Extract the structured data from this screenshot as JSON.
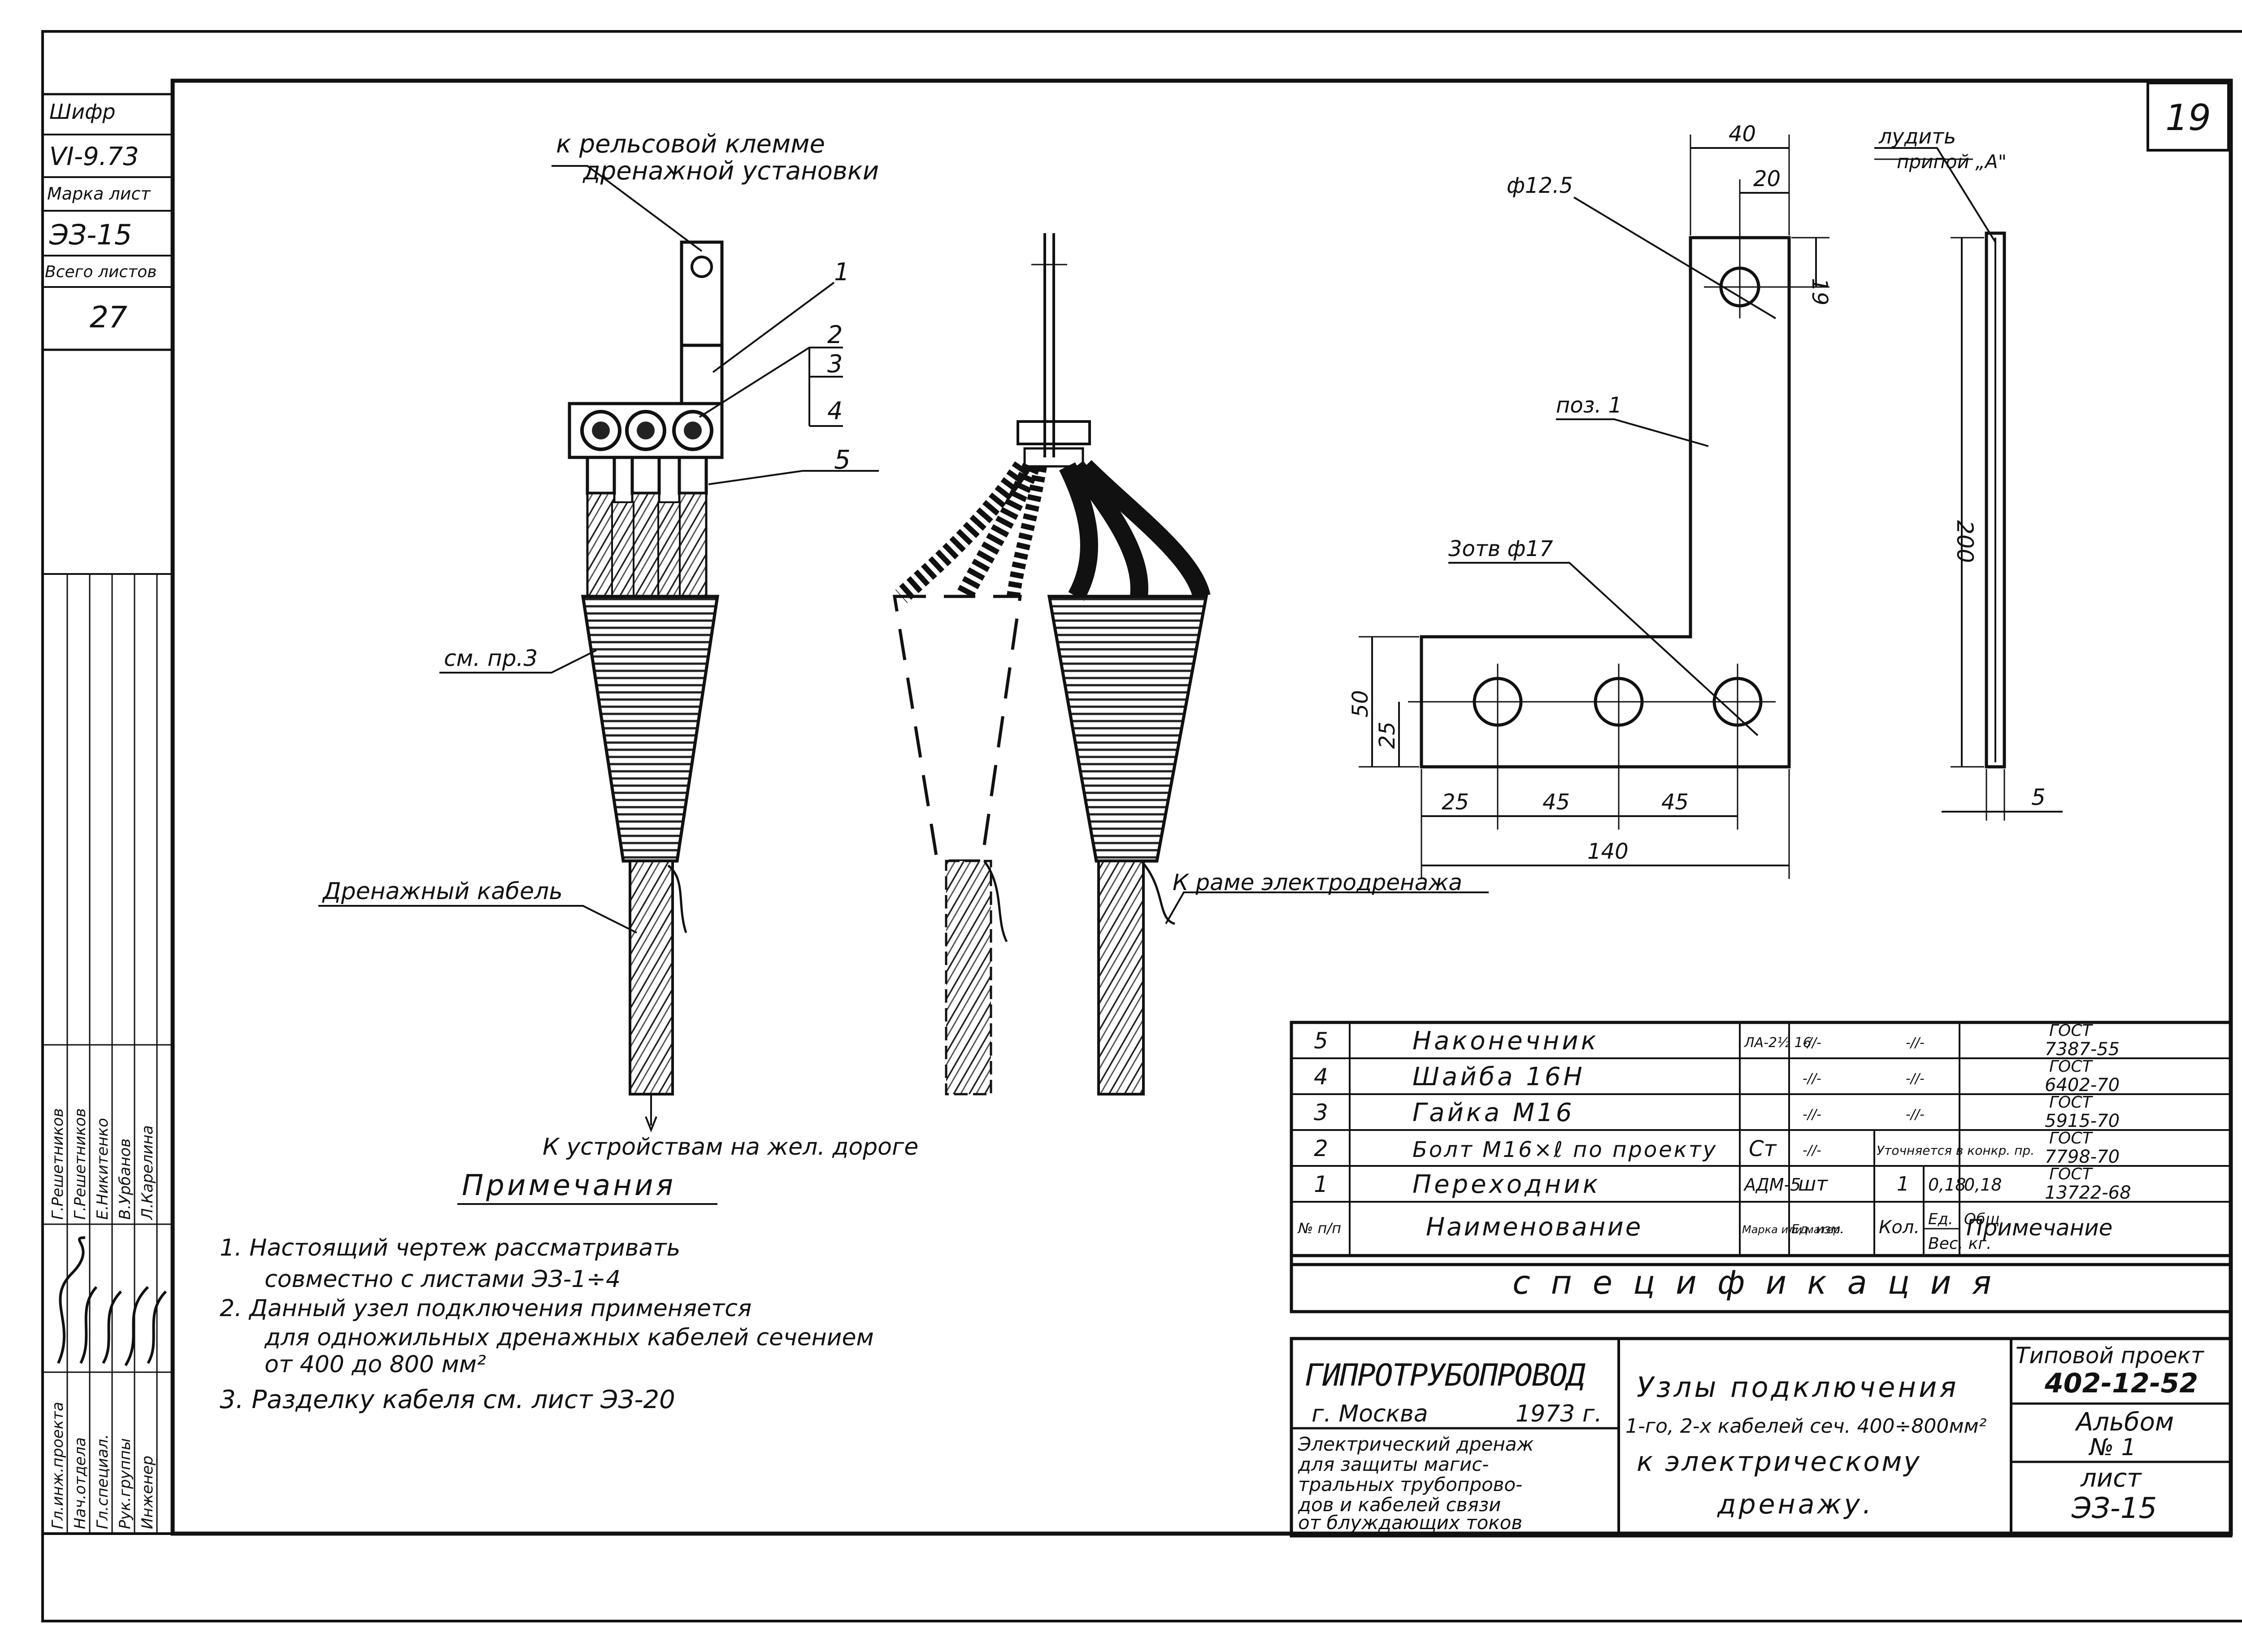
{
  "sheet_number": "19",
  "margin_box": {
    "shifr_label": "Шифр",
    "shifr_value": "VI-9.73",
    "marka_label": "Марка лист",
    "marka_value": "ЭЗ-15",
    "total_label": "Всего листов",
    "total_value": "27",
    "signature_rows": [
      {
        "role": "Гл.инж.проекта",
        "name": "Г.Решетников"
      },
      {
        "role": "Нач.отдела",
        "name": "Г.Решетников"
      },
      {
        "role": "Гл.специал.",
        "name": "Е.Никитенко"
      },
      {
        "role": "Рук.группы",
        "name": "В.Урбанов"
      },
      {
        "role": "Инженер",
        "name": "Л.Карелина"
      }
    ]
  },
  "assembly": {
    "label_rail_1": "к рельсовой клемме",
    "label_rail_2": "дренажной установки",
    "pos1": "1",
    "pos2": "2",
    "pos3": "3",
    "pos4": "4",
    "pos5": "5",
    "see_note": "см. пр.3",
    "drain_cable": "Дренажный кабель",
    "to_frame": "К раме электродренажа",
    "to_devices": "К устройствам на жел. дороге"
  },
  "part_drawing": {
    "dim_40": "40",
    "dim_20": "20",
    "dim_19": "19",
    "hole_small": "ф12.5",
    "pos_label": "поз. 1",
    "dim_200": "200",
    "holes_label": "3отв ф17",
    "dim_50": "50",
    "dim_25v": "25",
    "dim_25": "25",
    "dim_45a": "45",
    "dim_45b": "45",
    "dim_140": "140",
    "tin_1": "лудить",
    "tin_2": "припой „А\"",
    "dim_5": "5"
  },
  "notes": {
    "heading": "Примечания",
    "n1_a": "1.  Настоящий чертеж рассматривать",
    "n1_b": "совместно   с   листами ЭЗ-1÷4",
    "n2_a": "2.  Данный узел подключения      применяется",
    "n2_b": "для одножильных дренажных кабелей сечением",
    "n2_c": "от 400 до 800 мм²",
    "n3": "3.  Разделку  кабеля   см.  лист  ЭЗ-20"
  },
  "spec_table": {
    "title": "спецификация",
    "header": {
      "no": "№ п/п",
      "name": "Наименование",
      "mark": "Марка или матер.",
      "unit": "Ед. изм.",
      "qty": "Кол.",
      "w1": "Ед.",
      "w2": "Общ.",
      "wlabel": "Вес, кг.",
      "note": "Примечание"
    },
    "rows": [
      {
        "no": "5",
        "name": "Наконечник",
        "mark": "ЛА-2½ 16",
        "unit": "-//-",
        "qty": "",
        "w1": "-//-",
        "w2": "",
        "note1": "ГОСТ",
        "note2": "7387-55"
      },
      {
        "no": "4",
        "name": "Шайба 16Н",
        "mark": "",
        "unit": "-//-",
        "qty": "",
        "w1": "-//-",
        "w2": "",
        "note1": "ГОСТ",
        "note2": "6402-70"
      },
      {
        "no": "3",
        "name": "Гайка М16",
        "mark": "",
        "unit": "-//-",
        "qty": "",
        "w1": "-//-",
        "w2": "",
        "note1": "ГОСТ",
        "note2": "5915-70"
      },
      {
        "no": "2",
        "name": "Болт М16×ℓ по проекту",
        "mark": "Ст",
        "unit": "-//-",
        "qty": "Уточняется в конкр. пр.",
        "w1": "",
        "w2": "",
        "note1": "ГОСТ",
        "note2": "7798-70"
      },
      {
        "no": "1",
        "name": "Переходник",
        "mark": "АДМ-5",
        "unit": "шт",
        "qty": "1",
        "w1": "0,18",
        "w2": "0,18",
        "note1": "ГОСТ",
        "note2": "13722-68"
      }
    ]
  },
  "title_block": {
    "org": "ГИПРОТРУБОПРОВОД",
    "city": "г. Москва",
    "year": "1973 г.",
    "subject_1": "Электрический дренаж",
    "subject_2": "для защиты магис-",
    "subject_3": "тральных трубопрово-",
    "subject_4": "дов и кабелей связи",
    "subject_5": "от блуждающих токов",
    "title_1": "Узлы подключения",
    "title_2": "1-го, 2-х кабелей сеч. 400÷800мм²",
    "title_3": "к электрическому",
    "title_4": "дренажу.",
    "project_label": "Типовой проект",
    "project_value": "402-12-52",
    "album_label": "Альбом",
    "album_value": "№ 1",
    "sheet_label": "лист",
    "sheet_value": "ЭЗ-15"
  }
}
